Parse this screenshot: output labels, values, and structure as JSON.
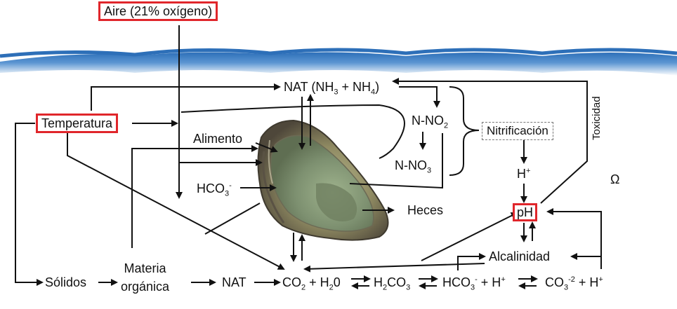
{
  "labels": {
    "aire": "Aire (21% oxígeno)",
    "temperatura": "Temperatura",
    "nat_top": "NAT (NH",
    "nat_top_sub1": "3",
    "nat_top_mid": " + NH",
    "nat_top_sub2": "4",
    "nat_top_end": ")",
    "nno2": "N-NO",
    "nno2_sub": "2",
    "nno3": "N-NO",
    "nno3_sub": "3",
    "nitrificacion": "Nitrificación",
    "toxicidad": "Toxicidad",
    "alimento": "Alimento",
    "hco3": "HCO",
    "hco3_sub": "3",
    "hco3_sup": "-",
    "h_plus": "H",
    "h_plus_sup": "+",
    "omega": "Ω",
    "heces": "Heces",
    "ph": "pH",
    "alcalinidad": "Alcalinidad",
    "materia_1": "Materia",
    "materia_2": "orgánica",
    "solidos": "Sólidos",
    "nat_bottom": "NAT",
    "eq_co2": "CO",
    "eq_co2_sub": "2",
    "eq_plus_h2o": " + H",
    "eq_h2o_sub": "2",
    "eq_h2o_end": "0",
    "eq_h2co3_a": "H",
    "eq_h2co3_sub1": "2",
    "eq_h2co3_b": "CO",
    "eq_h2co3_sub2": "3",
    "eq_hco3": "HCO",
    "eq_hco3_sub": "3",
    "eq_hco3_sup": "-",
    "eq_plus_h": " + H",
    "eq_h_sup": "+",
    "eq_co3": "CO",
    "eq_co3_sub": "3",
    "eq_co3_sup": "-2",
    "eq_plus_h2": " + H",
    "eq_h2_sup": "+"
  },
  "colors": {
    "highlight_box": "#e0262b",
    "water_wave": "#2d6fb8",
    "water_light": "#9cc3ea",
    "arrows": "#111111"
  }
}
